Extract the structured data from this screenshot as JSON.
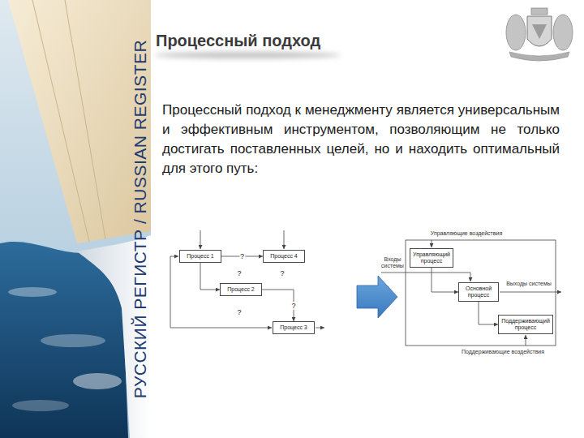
{
  "diagram": {
    "title": "Процессный подход",
    "nodes": [
      {
        "text": [
          "Процесс 1"
        ]
      },
      {
        "text": [
          "Процесс 4"
        ]
      },
      {
        "text": [
          "Процесс 2"
        ]
      },
      {
        "text": [
          "Процесс 3"
        ]
      },
      {
        "text": [
          "Управляющий процесс"
        ]
      },
      {
        "text": [
          "Основной процесс"
        ]
      },
      {
        "text": [
          "Поддерживающий процесс"
        ]
      }
    ],
    "edges": [
      {
        "from": 0,
        "to": 1,
        "arrow": "to",
        "label": "?"
      },
      {
        "from": 0,
        "to": 2,
        "arrow": "to"
      },
      {
        "from": 2,
        "to": 3,
        "arrow": "to",
        "label": "?"
      },
      {
        "from": 4,
        "to": 5,
        "arrow": "to"
      },
      {
        "from": 5,
        "to": 6,
        "arrow": "to"
      }
    ],
    "labels": [
      "РУССКИЙ РЕГИСТР / RUSSIAN REGISTER",
      "Процессный подход к менеджменту является универсальным и эффективным инструментом, позволяющим не только достигать поставленных целей, но и находить оптимальный для этого путь:",
      "?",
      "?",
      "?",
      "Управляющие воздействия",
      "Входы системы",
      "Выходы системы",
      "Поддерживающие воздействия"
    ]
  }
}
